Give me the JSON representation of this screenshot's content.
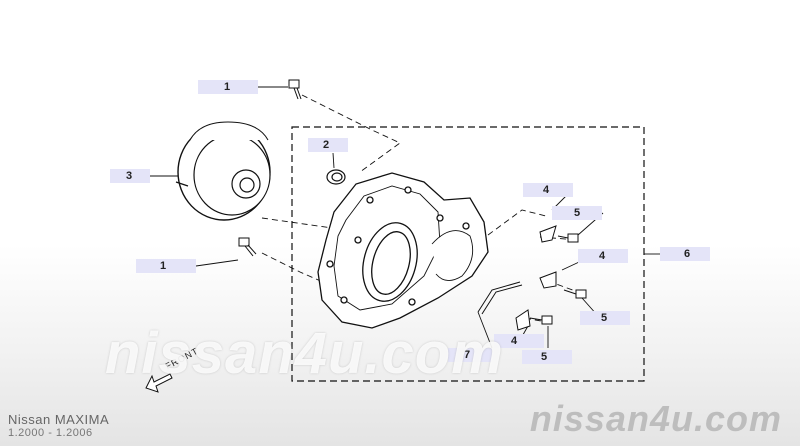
{
  "diagram": {
    "callouts": [
      {
        "name": "callout-1-upper-bolt",
        "label": "1"
      },
      {
        "name": "callout-2-seal",
        "label": "2"
      },
      {
        "name": "callout-3-torque-converter",
        "label": "3"
      },
      {
        "name": "callout-1-lower-bolt",
        "label": "1"
      },
      {
        "name": "callout-4-bracket-upper",
        "label": "4"
      },
      {
        "name": "callout-5-bolt-upper",
        "label": "5"
      },
      {
        "name": "callout-4-bracket-middle",
        "label": "4"
      },
      {
        "name": "callout-6-housing-assembly",
        "label": "6"
      },
      {
        "name": "callout-5-bolt-middle",
        "label": "5"
      },
      {
        "name": "callout-7-pipe",
        "label": "7"
      },
      {
        "name": "callout-4-bracket-lower",
        "label": "4"
      },
      {
        "name": "callout-5-bolt-lower",
        "label": "5"
      }
    ],
    "front_label": "FRONT",
    "watermark_center": "nissan4u.com",
    "watermark_corner": "nissan4u.com",
    "model_name": "Nissan MAXIMA",
    "model_years": "1.2000 - 1.2006"
  }
}
